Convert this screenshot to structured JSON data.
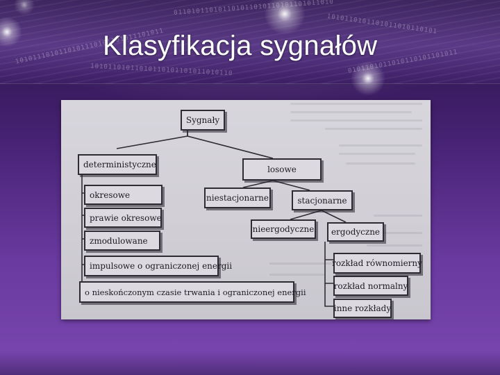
{
  "slide": {
    "title": "Klasyfikacja sygnałów",
    "background_accent": "#4a2478"
  },
  "diagram": {
    "root": "Sygnały",
    "deterministic": {
      "label": "deterministyczne",
      "children": [
        "okresowe",
        "prawie okresowe",
        "zmodulowane",
        "impulsowe o ograniczonej energii",
        "o nieskończonym czasie trwania i ograniczonej energii"
      ]
    },
    "random": {
      "label": "losowe",
      "nonstationary": "niestacjonarne",
      "stationary": {
        "label": "stacjonarne",
        "nonergodic": "nieergodyczne",
        "ergodic": {
          "label": "ergodyczne",
          "children": [
            "rozkład równomierny",
            "rozkład normalny",
            "inne rozkłady"
          ]
        }
      }
    }
  }
}
